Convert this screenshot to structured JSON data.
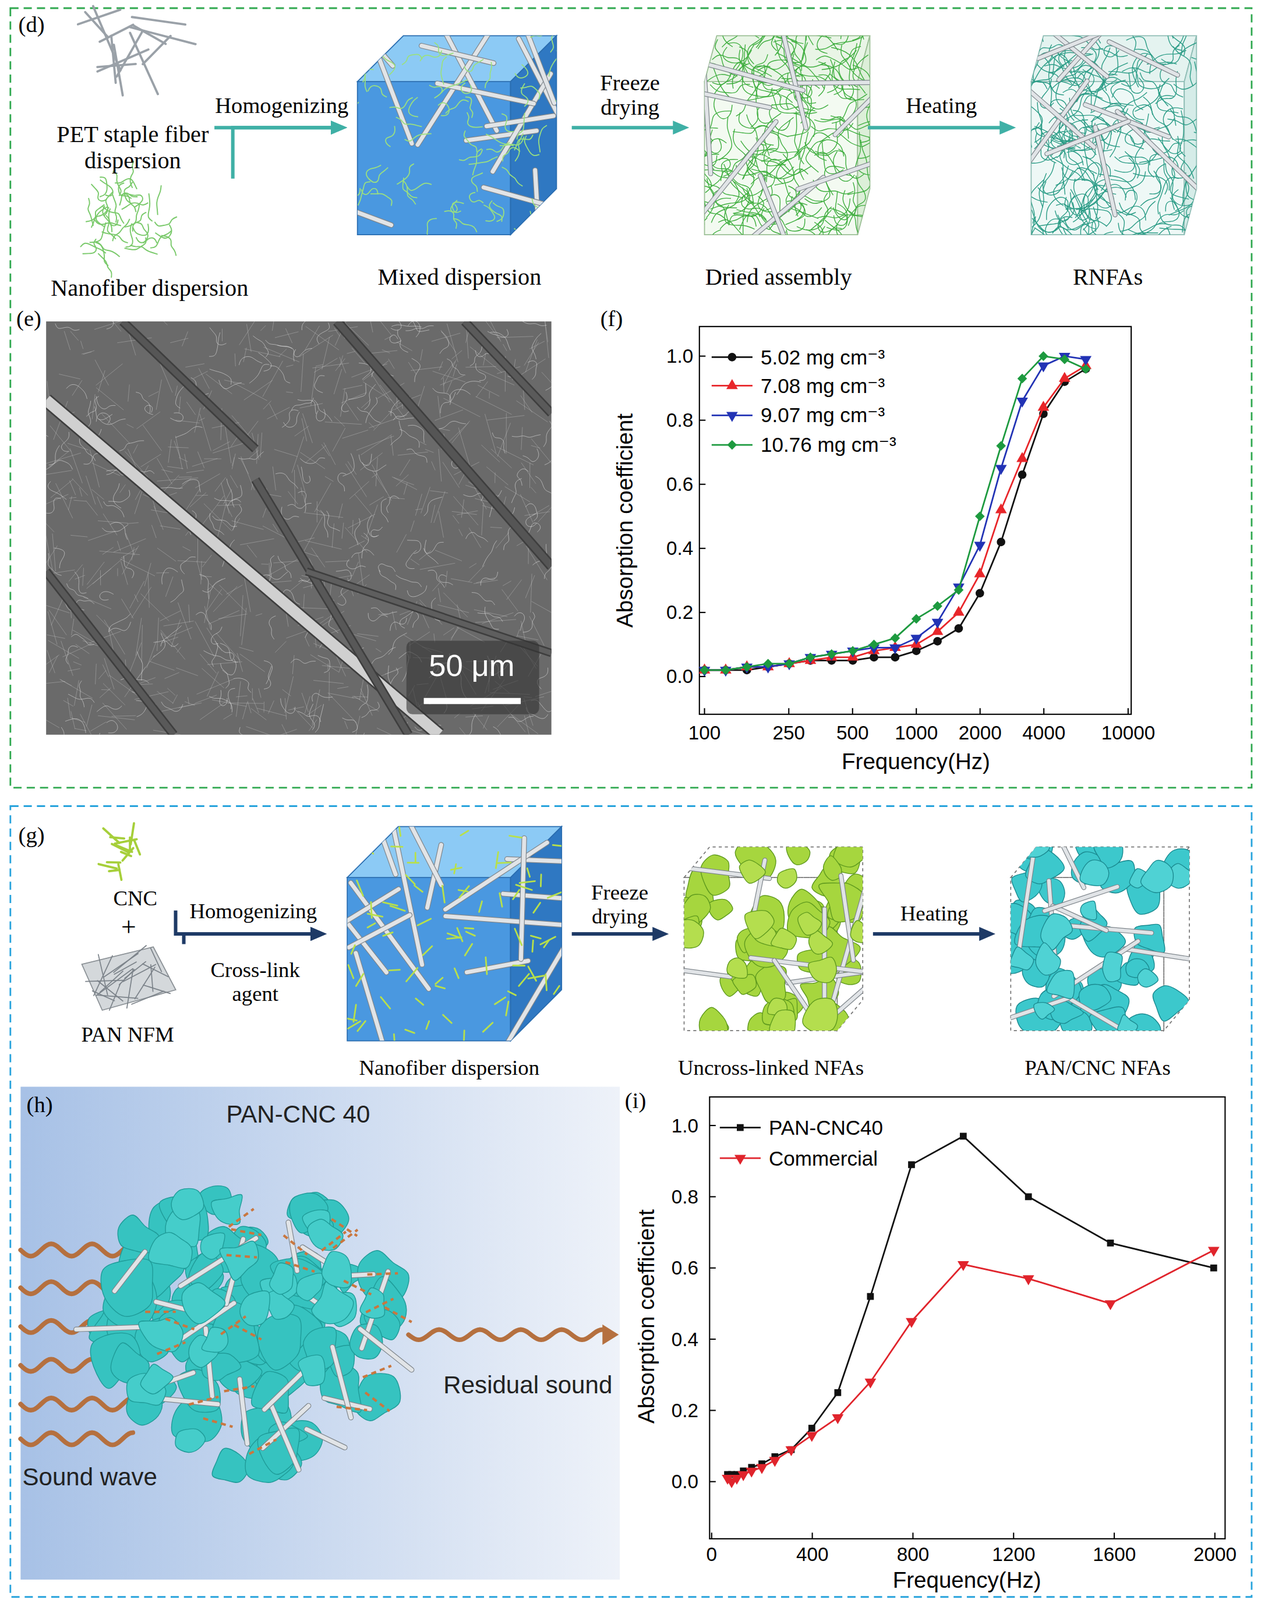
{
  "diagram": {
    "nodes": [
      {
        "text": [
          "PET staple fiber dispersion"
        ]
      },
      {
        "text": [
          "Nanofiber dispersion"
        ]
      },
      {
        "text": [
          "Mixed dispersion"
        ]
      },
      {
        "text": [
          "Dried assembly"
        ]
      },
      {
        "text": [
          "RNFAs"
        ]
      },
      {
        "text": [
          "CNC"
        ]
      },
      {
        "text": [
          "PAN NFM"
        ]
      },
      {
        "text": [
          "Nanofiber dispersion"
        ]
      },
      {
        "text": [
          "Uncross-linked NFAs"
        ]
      },
      {
        "text": [
          "PAN/CNC NFAs"
        ]
      }
    ],
    "edges": [
      {
        "from": 0,
        "to": 2,
        "arrow": "to",
        "label": "Homogenizing"
      },
      {
        "from": 1,
        "to": 2,
        "arrow": "to"
      },
      {
        "from": 2,
        "to": 3,
        "arrow": "to",
        "label": "Freeze drying"
      },
      {
        "from": 3,
        "to": 4,
        "arrow": "to",
        "label": "Heating"
      },
      {
        "from": 5,
        "to": 7,
        "arrow": "to",
        "label": "Homogenizing"
      },
      {
        "from": 6,
        "to": 7,
        "arrow": "to",
        "label": "Cross-link agent"
      },
      {
        "from": 7,
        "to": 8,
        "arrow": "to",
        "label": "Freeze drying"
      },
      {
        "from": 8,
        "to": 9,
        "arrow": "to",
        "label": "Heating"
      }
    ],
    "labels": [
      "(d)",
      "(e)",
      "50 μm",
      "(f)",
      "0.0",
      "0.2",
      "0.4",
      "0.6",
      "0.8",
      "1.0",
      "100",
      "250",
      "500",
      "1000",
      "2000",
      "4000",
      "10000",
      "Absorption coefficient",
      "Frequency(Hz)",
      "(g)",
      "+",
      "(h)",
      "PAN-CNC 40",
      "Residual sound",
      "Sound wave",
      "(i)",
      "0.0",
      "0.2",
      "0.4",
      "0.6",
      "0.8",
      "1.0",
      "0",
      "400",
      "800",
      "1200",
      "1600",
      "2000",
      "Absorption coefficient",
      "Frequency(Hz)"
    ],
    "legend": [
      {
        "text": "5.02 mg cm⁻³"
      },
      {
        "text": "7.08 mg cm⁻³"
      },
      {
        "text": "9.07 mg cm⁻³"
      },
      {
        "text": "10.76 mg cm⁻³"
      },
      {
        "text": "PAN-CNC40"
      },
      {
        "text": "Commercial"
      }
    ]
  }
}
